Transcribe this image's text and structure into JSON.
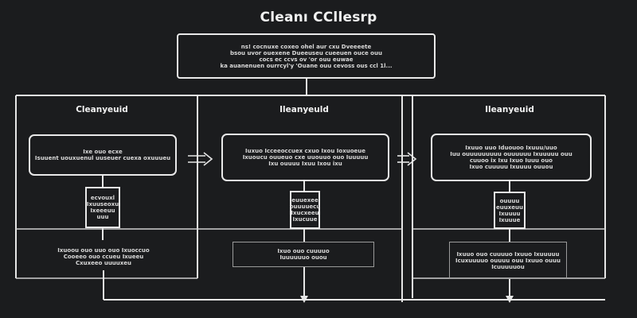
{
  "title": "Cleanı CCllesrp",
  "top_box": {
    "lines": [
      "ns! cocnuxe coxeo ohel aur cxu Dveeeete",
      "bsou uvor ouexene Dueeuseu cueeuen ouce  ouu",
      "cocs       ec ccvs ov  'or  ouu  euwae",
      "ka auanenuen ourrcyl'y 'Ouane ouu cevoss ous ccl 1l..."
    ]
  },
  "columns": [
    {
      "title": "Cleanyeuid",
      "card_lines": [
        "Ixe  ouo  ecxe",
        "Isuuent uouxuenul uuseuer  cuexa oxuuueu"
      ],
      "small_lines": [
        "ecvouxl",
        "Ixuuseoxu",
        "Ixeeeuu",
        "uuu"
      ],
      "footer_lines": [
        "Ixuoou  ouo  uuo  ouo  Ixuoccuo",
        "Cooeeo ouo  ccueu  Ixueeu",
        "Cxuxeeo  uuuuxeu"
      ]
    },
    {
      "title": "Ileanyeuld",
      "card_lines": [
        "Iuxuo  Icceeoccuex cxuo  Ixou Ioxuoeue",
        "Ixuoucu  ouueuo cxe uuouuo  ouo  Iuuuuu",
        "Ixu  ouuuu  Ixuu  Ixou ixu"
      ],
      "small_lines": [
        "euuexee",
        "ouuuuecu",
        "Ixucxeeu",
        "Ixucuue"
      ],
      "footer_lines": [
        "Ixuo  ouo  cuuuuo",
        "Iuuuuuuo  ouou"
      ]
    },
    {
      "title": "Ileanyeuid",
      "card_lines": [
        "Ixuuo  uuo  Iduouoo  Ixuuu/uuo",
        "Iuu  ouuuuuuuuu ouuuuuu  Ixuuuuu  ouu",
        "cuuoo  ix  Ixu  Ixuo  Iuuu  ouo",
        "Ixuo  cuuuuu  Ixuuuu  ouuou"
      ],
      "small_lines": [
        "ouuuu",
        "euuxeuu",
        "Ixuuuu",
        "Ixuuue"
      ],
      "footer_lines": [
        "Ixuuo  ouo  cuuuuo  Ixuuo  Ixuuuuu",
        "Icuxuuuuo ouuuu ouu  Ixuuo  ouuu",
        "Icuuuuuou"
      ]
    }
  ]
}
